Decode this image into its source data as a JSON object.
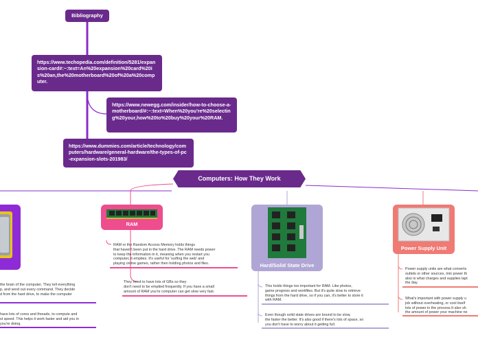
{
  "bibliography": {
    "label": "Bibliography",
    "links": [
      "https://www.techopedia.com/definition/5281/expansion-card#:~:text=An%20expansion%20card%20is%20an,the%20motherboard%20of%20a%20computer.",
      "https://www.newegg.com/insider/how-to-choose-a-motherboard/#:~:text=When%20you're%20selecting%20your,how%20to%20buy%20your%20RAM.",
      "https://www.dummies.com/article/technology/computers/hardware/general-hardware/the-types-of-pc-expansion-slots-201983/"
    ]
  },
  "central_topic": "Computers: How They Work",
  "branches": {
    "cpu": {
      "notes": [
        "the brain of the computer, They tell everything\np, and send out every command. They decide\nd from the hard drive, to make the computer",
        "have lots of cores and threads, to compute and\nst speed. This helps it work faster and aid you in\n you're doing."
      ]
    },
    "ram": {
      "label": "RAM",
      "notes": [
        "RAM or the Random Access Memory holds things\nthat haven't been put in the hard drive. The RAM needs power\nto keep the information in it, meaning when you restart you\ncomputer, it empties. It's useful for 'surfing the web' and\nplaying online games, rather then holding photos and files.",
        " They need to have lots of GBs so they\ndon't need to be emptied frequently. If you have a small\namount of RAM you're computer can get slow very fast."
      ]
    },
    "drive": {
      "label": "Hard/Solid State Drive",
      "notes": [
        "This holds things too important for RAM. Like photos,\ngame progress and workfiles. But it's quite slow to retrieve\nthings from the hard drive, so if you can, it's better to store it\nwith RAM.",
        "Even though solid state drives are bound to be slow,\nthe faster the better. It's also good if there's lots of space, so\nyou don't have to worry about it getting full."
      ]
    },
    "psu": {
      "label": "Power Supply Unit",
      "notes": [
        "Power supply units are what converts\noutlets or other sources, into power th\nalso is what charges and supplies lapt\nthe day.",
        "What's important with power supply u\njob without overheating, or cool itself\nlots of power in the process.It also sh\nthe amount of power your machine ne"
      ]
    }
  },
  "colors": {
    "purple": "#6a2a8c",
    "cpu": "#8e2bd6",
    "ram": "#ee4d8e",
    "drive": "#b0a6d6",
    "psu": "#f07a74"
  },
  "icons": [
    "cpu-chip-image",
    "ram-module-image",
    "ssd-board-image",
    "power-supply-image"
  ]
}
